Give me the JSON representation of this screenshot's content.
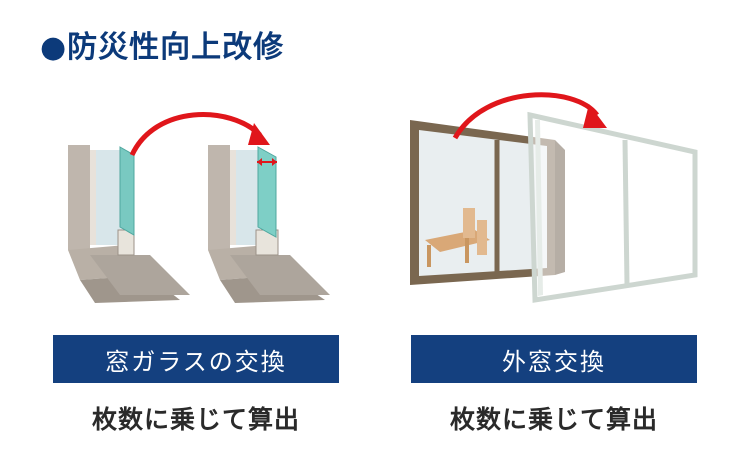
{
  "heading": {
    "text": "●防災性向上改修",
    "bullet_color": "#0c3a7a"
  },
  "left": {
    "label": "窓ガラスの交換",
    "caption": "枚数に乗じて算出"
  },
  "right": {
    "label": "外窓交換",
    "caption": "枚数に乗じて算出"
  },
  "colors": {
    "label_bg": "#14407f",
    "arrow": "#e0161b",
    "glass": "#7ecfc6"
  }
}
